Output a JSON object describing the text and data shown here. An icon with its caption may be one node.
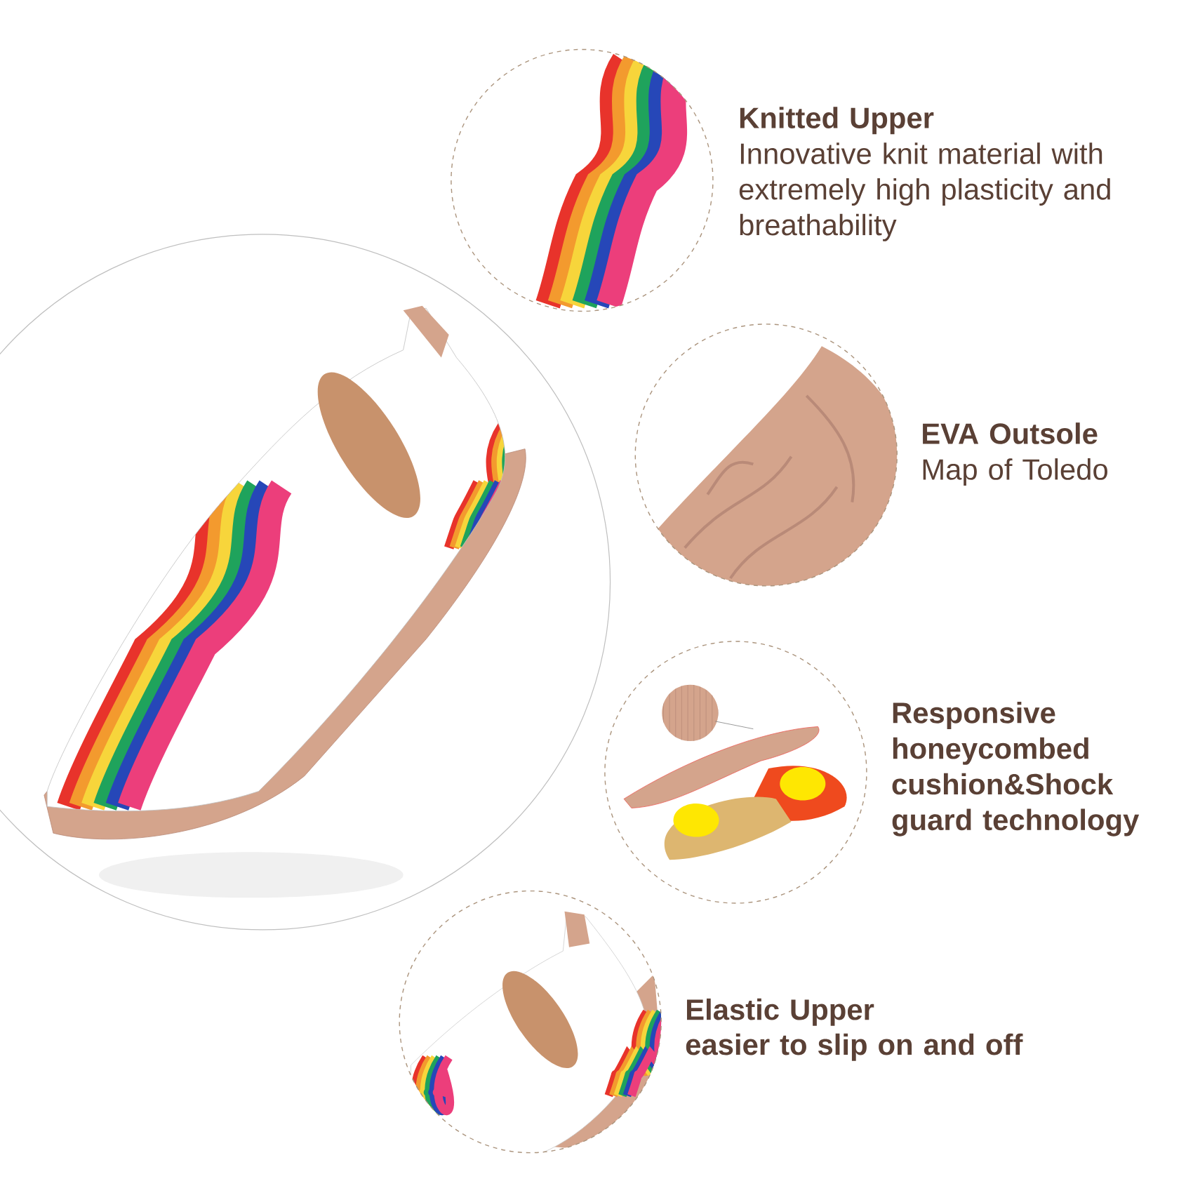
{
  "diagram": {
    "nodes": [
      {
        "text": [],
        "shape": "picture"
      },
      {
        "text": [],
        "shape": "picture",
        "beside": [
          "Knitted Upper",
          "Innovative knit material with extremely high plasticity and breathability"
        ]
      },
      {
        "text": [],
        "shape": "picture",
        "beside": [
          "EVA Outsole",
          "Map of Toledo"
        ]
      },
      {
        "text": [],
        "shape": "picture",
        "beside": [
          "Responsive honeycombed cushion&Shock guard technology"
        ]
      },
      {
        "text": [],
        "shape": "picture",
        "beside": [
          "Elastic Upper",
          "easier to slip on and off"
        ]
      }
    ],
    "edges": []
  }
}
